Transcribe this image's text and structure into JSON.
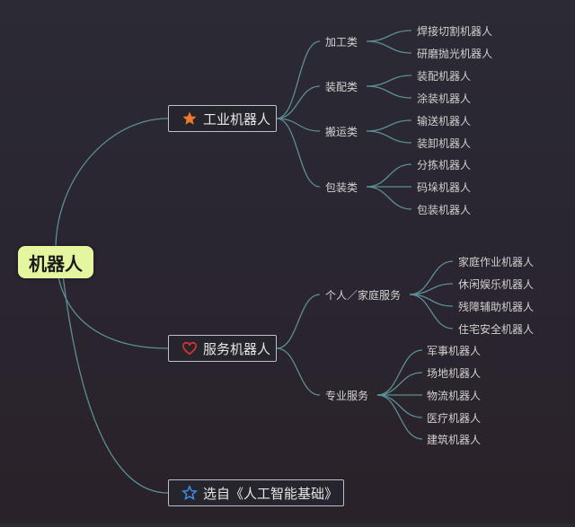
{
  "root": {
    "label": "机器人"
  },
  "branches": [
    {
      "label": "工业机器人",
      "icon": "star-icon",
      "icon_color": "#f0782c",
      "groups": [
        {
          "label": "加工类",
          "items": [
            "焊接切割机器人",
            "研磨抛光机器人"
          ]
        },
        {
          "label": "装配类",
          "items": [
            "装配机器人",
            "涂装机器人"
          ]
        },
        {
          "label": "搬运类",
          "items": [
            "输送机器人",
            "装卸机器人"
          ]
        },
        {
          "label": "包装类",
          "items": [
            "分拣机器人",
            "码垛机器人",
            "包装机器人"
          ]
        }
      ]
    },
    {
      "label": "服务机器人",
      "icon": "heart-icon",
      "icon_color": "#e0342c",
      "groups": [
        {
          "label": "个人／家庭服务",
          "items": [
            "家庭作业机器人",
            "休闲娱乐机器人",
            "残障辅助机器人",
            "住宅安全机器人"
          ]
        },
        {
          "label": "专业服务",
          "items": [
            "军事机器人",
            "场地机器人",
            "物流机器人",
            "医疗机器人",
            "建筑机器人"
          ]
        }
      ]
    },
    {
      "label": "选自《人工智能基础》",
      "icon": "star-outline-icon",
      "icon_color": "#3c8ee6",
      "groups": []
    }
  ],
  "colors": {
    "link": "#5c8e94",
    "root_bg": "#e4f7a0",
    "background": "#2a2630"
  }
}
